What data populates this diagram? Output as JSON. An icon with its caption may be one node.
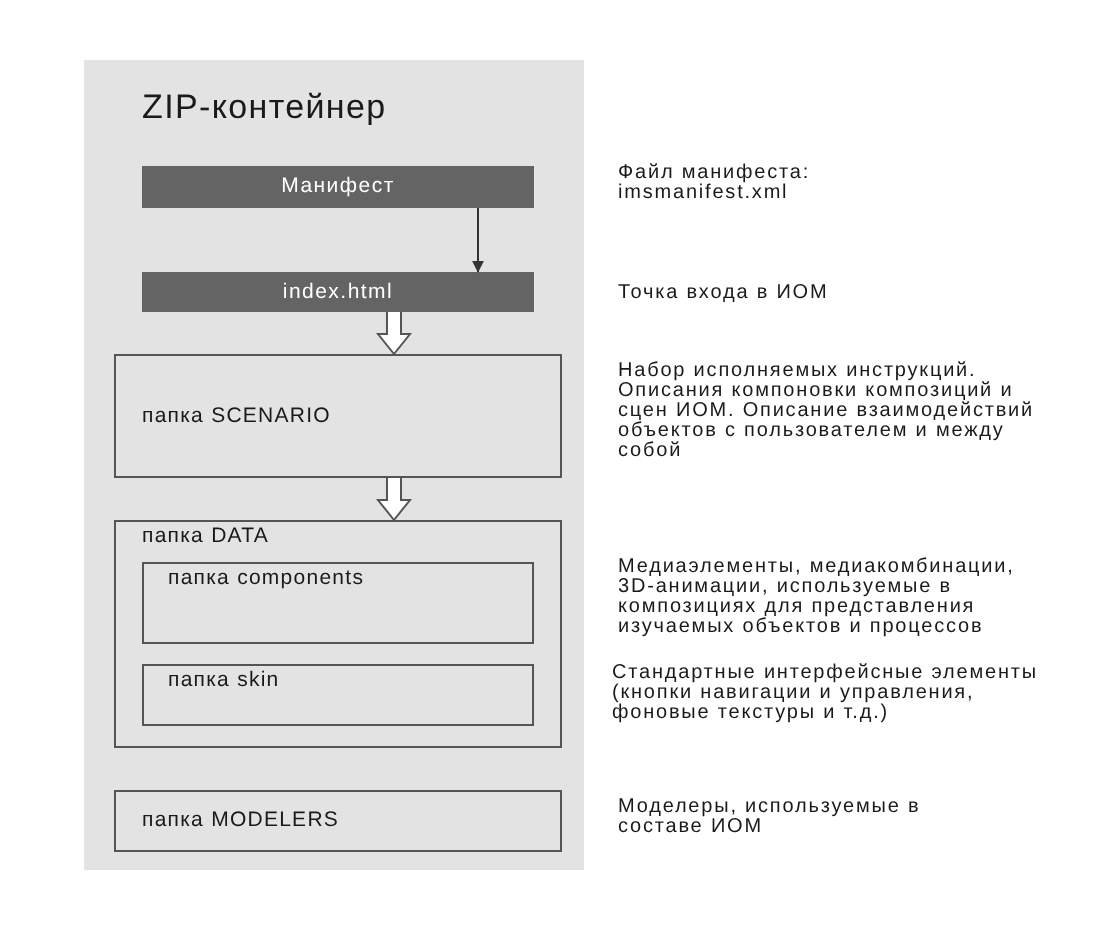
{
  "diagram": {
    "nodes": [
      {
        "text": [
          "ZIP-контейнер"
        ]
      },
      {
        "text": [
          "Манифест"
        ],
        "in": 0
      },
      {
        "text": [
          "index.html"
        ],
        "in": 0
      },
      {
        "text": [
          "папка SCENARIO"
        ],
        "in": 0
      },
      {
        "text": [
          "папка DATA"
        ],
        "in": 0
      },
      {
        "text": [
          "папка components"
        ],
        "in": 4
      },
      {
        "text": [
          "папка skin"
        ],
        "in": 4
      },
      {
        "text": [
          "папка MODELERS"
        ],
        "in": 0
      }
    ],
    "edges": [
      {
        "from": 1,
        "to": 2,
        "arrow": "to"
      },
      {
        "from": 2,
        "to": 3,
        "arrow": "to",
        "style": "thick"
      },
      {
        "from": 3,
        "to": 4,
        "arrow": "to",
        "style": "thick"
      }
    ],
    "labels": [
      "Файл манифеста: imsmanifest.xml",
      "Точка входа в ИОМ",
      "Набор исполняемых инструкций. Описания компоновки композиций и сцен ИОМ. Описание взаимодействий объектов с пользователем и между собой",
      "Медиаэлементы, медиакомбинации, 3D-анимации, используемые в композициях для представления изучаемых объектов и процессов",
      "Стандартные интерфейсные элементы (кнопки навигации и управления, фоновые текстуры и т.д.)",
      "Моделеры, используемые в составе ИОМ"
    ]
  }
}
